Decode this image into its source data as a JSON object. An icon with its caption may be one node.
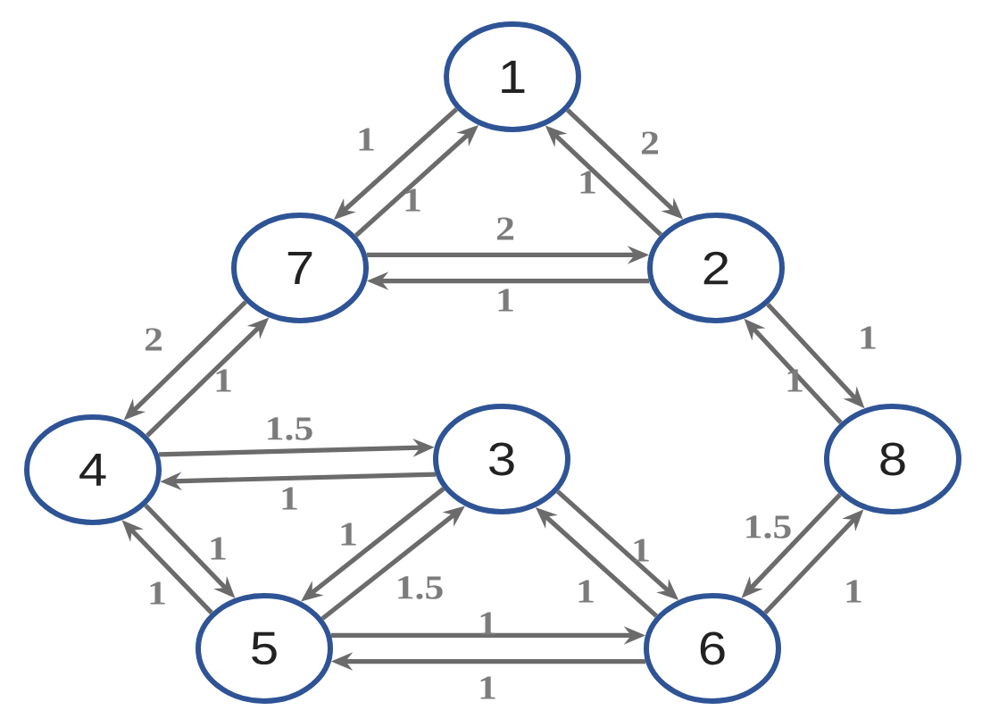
{
  "diagram": {
    "nodes": [
      {
        "text": [
          "1"
        ]
      },
      {
        "text": [
          "7"
        ]
      },
      {
        "text": [
          "2"
        ]
      },
      {
        "text": [
          "4"
        ]
      },
      {
        "text": [
          "3"
        ]
      },
      {
        "text": [
          "8"
        ]
      },
      {
        "text": [
          "5"
        ]
      },
      {
        "text": [
          "6"
        ]
      }
    ],
    "edges": [
      {
        "from": 0,
        "to": 1,
        "arrow": "to",
        "label": "1"
      },
      {
        "from": 1,
        "to": 0,
        "arrow": "to",
        "label": "1"
      },
      {
        "from": 0,
        "to": 2,
        "arrow": "to",
        "label": "2"
      },
      {
        "from": 2,
        "to": 0,
        "arrow": "to",
        "label": "1"
      },
      {
        "from": 1,
        "to": 2,
        "arrow": "to",
        "label": "2"
      },
      {
        "from": 2,
        "to": 1,
        "arrow": "to",
        "label": "1"
      },
      {
        "from": 2,
        "to": 5,
        "arrow": "to",
        "label": "1"
      },
      {
        "from": 5,
        "to": 2,
        "arrow": "to",
        "label": "1"
      },
      {
        "from": 1,
        "to": 3,
        "arrow": "to",
        "label": "2"
      },
      {
        "from": 3,
        "to": 1,
        "arrow": "to",
        "label": "1"
      },
      {
        "from": 3,
        "to": 4,
        "arrow": "to",
        "label": "1.5"
      },
      {
        "from": 4,
        "to": 3,
        "arrow": "to",
        "label": "1"
      },
      {
        "from": 3,
        "to": 6,
        "arrow": "to",
        "label": "1"
      },
      {
        "from": 6,
        "to": 3,
        "arrow": "to",
        "label": "1"
      },
      {
        "from": 4,
        "to": 6,
        "arrow": "to",
        "label": "1"
      },
      {
        "from": 6,
        "to": 4,
        "arrow": "to",
        "label": "1.5"
      },
      {
        "from": 4,
        "to": 7,
        "arrow": "to",
        "label": "1"
      },
      {
        "from": 7,
        "to": 4,
        "arrow": "to",
        "label": "1"
      },
      {
        "from": 5,
        "to": 7,
        "arrow": "to",
        "label": "1.5"
      },
      {
        "from": 7,
        "to": 5,
        "arrow": "to",
        "label": "1"
      },
      {
        "from": 6,
        "to": 7,
        "arrow": "to",
        "label": "1"
      },
      {
        "from": 7,
        "to": 6,
        "arrow": "to",
        "label": "1"
      }
    ]
  }
}
